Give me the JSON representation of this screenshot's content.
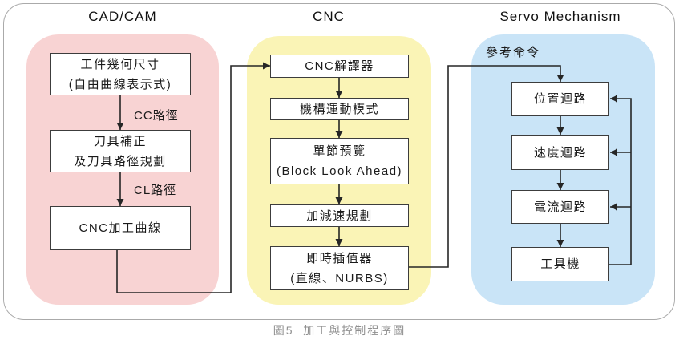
{
  "diagram": {
    "caption": "圖5  加工與控制程序圖",
    "colors": {
      "cadcam_bg": "#f8d3d3",
      "cnc_bg": "#faf4b6",
      "servo_bg": "#c9e4f7",
      "box_border": "#3c3c3c",
      "line": "#262626",
      "caption_text": "#8f8f8f"
    },
    "columns": {
      "cadcam": {
        "title": "CAD/CAM",
        "boxes": {
          "geometry": "工件幾何尺寸\n(自由曲線表示式)",
          "tool_comp": "刀具補正\n及刀具路徑規劃",
          "machining_curve": "CNC加工曲線"
        },
        "edge_labels": {
          "cc_path": "CC路徑",
          "cl_path": "CL路徑"
        }
      },
      "cnc": {
        "title": "CNC",
        "boxes": {
          "interpreter": "CNC解譯器",
          "kinematics": "機構運動模式",
          "look_ahead": "單節預覽\n(Block Look Ahead)",
          "accel_decel": "加減速規劃",
          "interpolator": "即時插值器\n(直線、NURBS)"
        }
      },
      "servo": {
        "title": "Servo Mechanism",
        "annotation": "參考命令",
        "boxes": {
          "position_loop": "位置迴路",
          "velocity_loop": "速度迴路",
          "current_loop": "電流迴路",
          "machine_tool": "工具機"
        }
      }
    }
  }
}
